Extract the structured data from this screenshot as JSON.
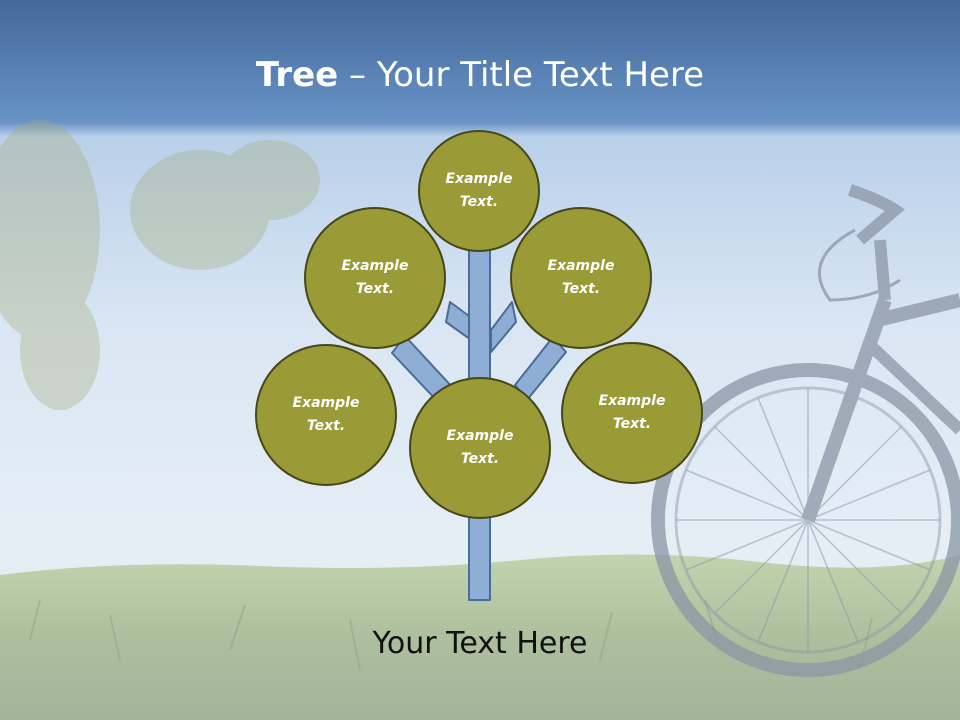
{
  "slide": {
    "title_bold": "Tree",
    "title_rest": " – Your Title Text Here",
    "footer": "Your Text Here"
  },
  "nodes": [
    {
      "id": "top",
      "text": "Example\nText."
    },
    {
      "id": "upper-left",
      "text": "Example\nText."
    },
    {
      "id": "upper-right",
      "text": "Example\nText."
    },
    {
      "id": "left",
      "text": "Example\nText."
    },
    {
      "id": "center",
      "text": "Example\nText."
    },
    {
      "id": "right",
      "text": "Example\nText."
    }
  ],
  "colors": {
    "sky_top": "#4f7cb1",
    "sky_light": "#dbe7f3",
    "grass": "#b4c6a8",
    "node_fill": "#9a9a36",
    "node_stroke": "#47481a",
    "trunk_fill": "#8eaed5",
    "trunk_stroke": "#4a6c99",
    "title_text": "#ffffff",
    "footer_text": "#111111"
  }
}
